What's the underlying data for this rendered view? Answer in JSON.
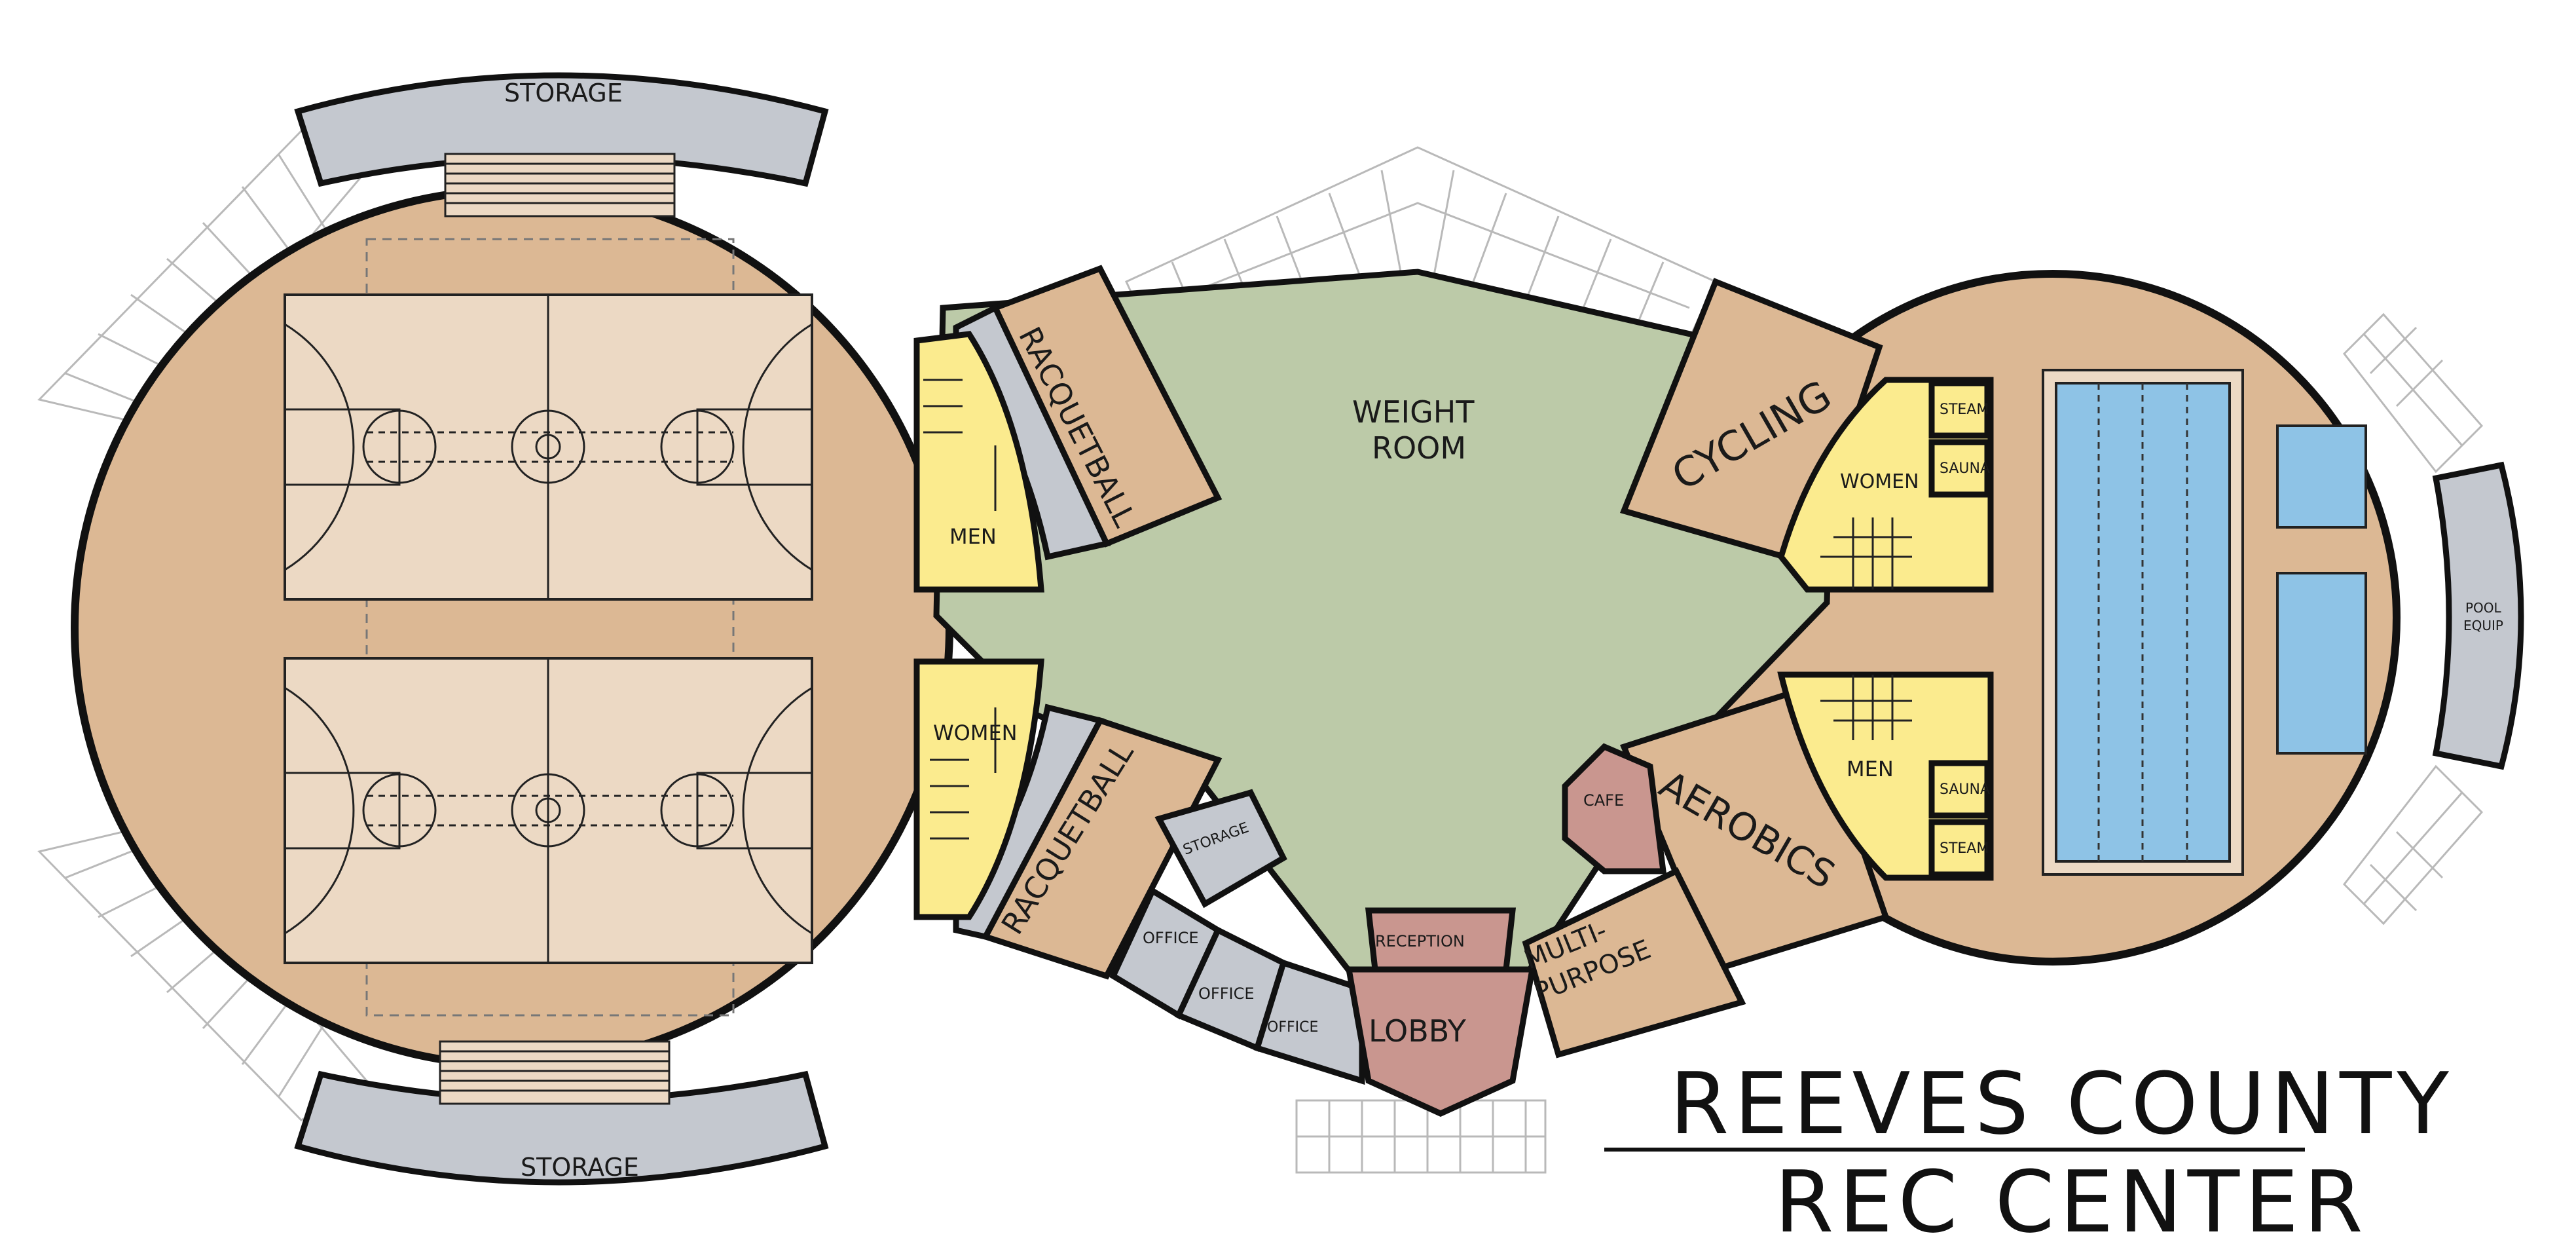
{
  "title": {
    "line1": "REEVES COUNTY",
    "line2": "REC CENTER"
  },
  "rooms": {
    "storage_top": "STORAGE",
    "storage_bottom": "STORAGE",
    "racquetball_top": "RACQUETBALL",
    "racquetball_bottom": "RACQUETBALL",
    "weight_room_line1": "WEIGHT",
    "weight_room_line2": "ROOM",
    "cycling": "CYCLING",
    "aerobics": "AEROBICS",
    "men_left": "MEN",
    "women_left": "WOMEN",
    "women_right": "WOMEN",
    "men_right": "MEN",
    "steam_top": "STEAM",
    "sauna_top": "SAUNA",
    "sauna_bottom": "SAUNA",
    "steam_bottom": "STEAM",
    "pool_equip_line1": "POOL",
    "pool_equip_line2": "EQUIP",
    "cafe": "CAFE",
    "multipurpose_line1": "MULTI-",
    "multipurpose_line2": "PURPOSE",
    "reception": "RECEPTION",
    "lobby": "LOBBY",
    "storage_small": "STORAGE",
    "office_1": "OFFICE",
    "office_2": "OFFICE",
    "office_3": "OFFICE"
  },
  "colors": {
    "floor_tan": "#dcb894",
    "court_light": "#ecd9c4",
    "weight_green": "#bccaa8",
    "locker_yellow": "#fbeb8e",
    "service_gray": "#c4c8cf",
    "lobby_rose": "#c9968f",
    "pool_blue": "#8ec3e6",
    "outline": "#111111",
    "paving_line": "#b9b9b9"
  }
}
